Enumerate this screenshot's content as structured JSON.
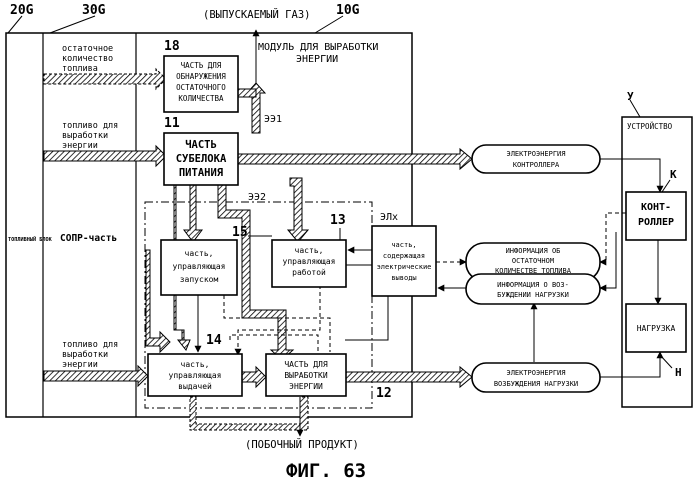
{
  "refs": {
    "r20g": "20G",
    "r30g": "30G",
    "r10g": "10G",
    "r18": "18",
    "r11": "11",
    "r13": "13",
    "r15": "15",
    "r14": "14",
    "r12": "12",
    "ee1": "ЭЭ1",
    "ee2": "ЭЭ2",
    "elx": "ЭЛх",
    "u": "У",
    "k": "К",
    "h": "Н"
  },
  "labels": {
    "exhaust": "(ВЫПУСКАЕМЫЙ ГАЗ)",
    "byproduct": "(ПОБОЧНЫЙ ПРОДУКТ)",
    "module_l1": "МОДУЛЬ ДЛЯ ВЫРАБОТКИ",
    "module_l2": "ЭНЕРГИИ",
    "fuel_block": "ТОПЛИВНЫЙ БЛОК",
    "sopr": "СОПР-часть",
    "residual_l1": "остаточное",
    "residual_l2": "количество",
    "residual_l3": "топлива",
    "fuel_a_l1": "топливо для",
    "fuel_a_l2": "выработки",
    "fuel_a_l3": "энергии",
    "fuel_b_l1": "топливо для",
    "fuel_b_l2": "выработки",
    "fuel_b_l3": "энергии",
    "device": "УСТРОЙСТВО",
    "figure": "ФИГ. 63"
  },
  "blocks": {
    "detect": [
      "ЧАСТЬ ДЛЯ",
      "ОБНАРУЖЕНИЯ",
      "ОСТАТОЧНОГО",
      "КОЛИЧЕСТВА"
    ],
    "sub_power": [
      "ЧАСТЬ",
      "СУБЕЛОКА",
      "ПИТАНИЯ"
    ],
    "start_ctrl": [
      "часть,",
      "управляющая",
      "запуском"
    ],
    "op_ctrl": [
      "часть,",
      "управляющая",
      "работой"
    ],
    "output_ctrl": [
      "часть,",
      "управляющая",
      "выдачей"
    ],
    "generation": [
      "ЧАСТЬ ДЛЯ",
      "ВЫРАБОТКИ",
      "ЭНЕРГИИ"
    ],
    "electrical": [
      "часть,",
      "содержащая",
      "электрические",
      "выводы"
    ],
    "controller": [
      "КОНТ-",
      "РОЛЛЕР"
    ],
    "load": [
      "НАГРУЗКА"
    ]
  },
  "pills": {
    "ctrl_power": [
      "ЭЛЕКТРОЭНЕРГИЯ",
      "КОНТРОЛЛЕРА"
    ],
    "residual_info": [
      "ИНФОРМАЦИЯ ОБ",
      "ОСТАТОЧНОМ",
      "КОЛИЧЕСТВЕ ТОПЛИВА"
    ],
    "load_info": [
      "ИНФОРМАЦИЯ О ВОЗ-",
      "БУЖДЕНИИ НАГРУЗКИ"
    ],
    "load_power": [
      "ЭЛЕКТРОЭНЕРГИЯ",
      "ВОЗБУЖДЕНИЯ НАГРУЗКИ"
    ]
  }
}
